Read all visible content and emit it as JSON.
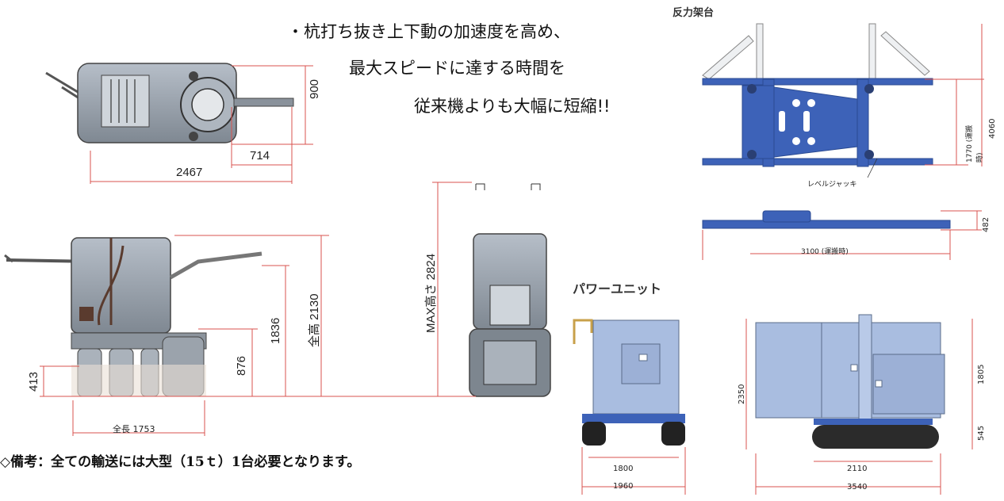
{
  "headline": {
    "line1": "・杭打ち抜き上下動の加速度を高め、",
    "line2": "最大スピードに達する時間を",
    "line3": "従来機よりも大幅に短縮!!"
  },
  "machine": {
    "top_view": {
      "dim_width": "900",
      "dim_head": "714",
      "dim_length": "2467"
    },
    "side_view": {
      "dim_413": "413",
      "dim_876": "876",
      "dim_1836": "1836",
      "dim_total_height": "全高 2130",
      "dim_total_length": "全長 1753",
      "dim_max_height": "MAX高さ 2824"
    }
  },
  "reaction_frame": {
    "title": "反力架台",
    "dim_4060": "4060",
    "dim_1770": "1770 (運搬時)",
    "jack_label": "レベルジャッキ",
    "dim_482": "482",
    "dim_3100": "3100 (運搬時)"
  },
  "power_unit": {
    "title": "パワーユニット",
    "dim_1800": "1800",
    "dim_1960": "1960",
    "dim_2350": "2350",
    "dim_1805": "1805",
    "dim_545": "545",
    "dim_2110": "2110",
    "dim_3540": "3540"
  },
  "remark": "◇備考：全ての輸送には大型（15ｔ）1台必要となります。",
  "colors": {
    "frame_blue": "#3d62b8",
    "machine_gray": "#9aa3ad",
    "unit_blue": "#a9bde0",
    "dim_red": "#d9534f"
  }
}
